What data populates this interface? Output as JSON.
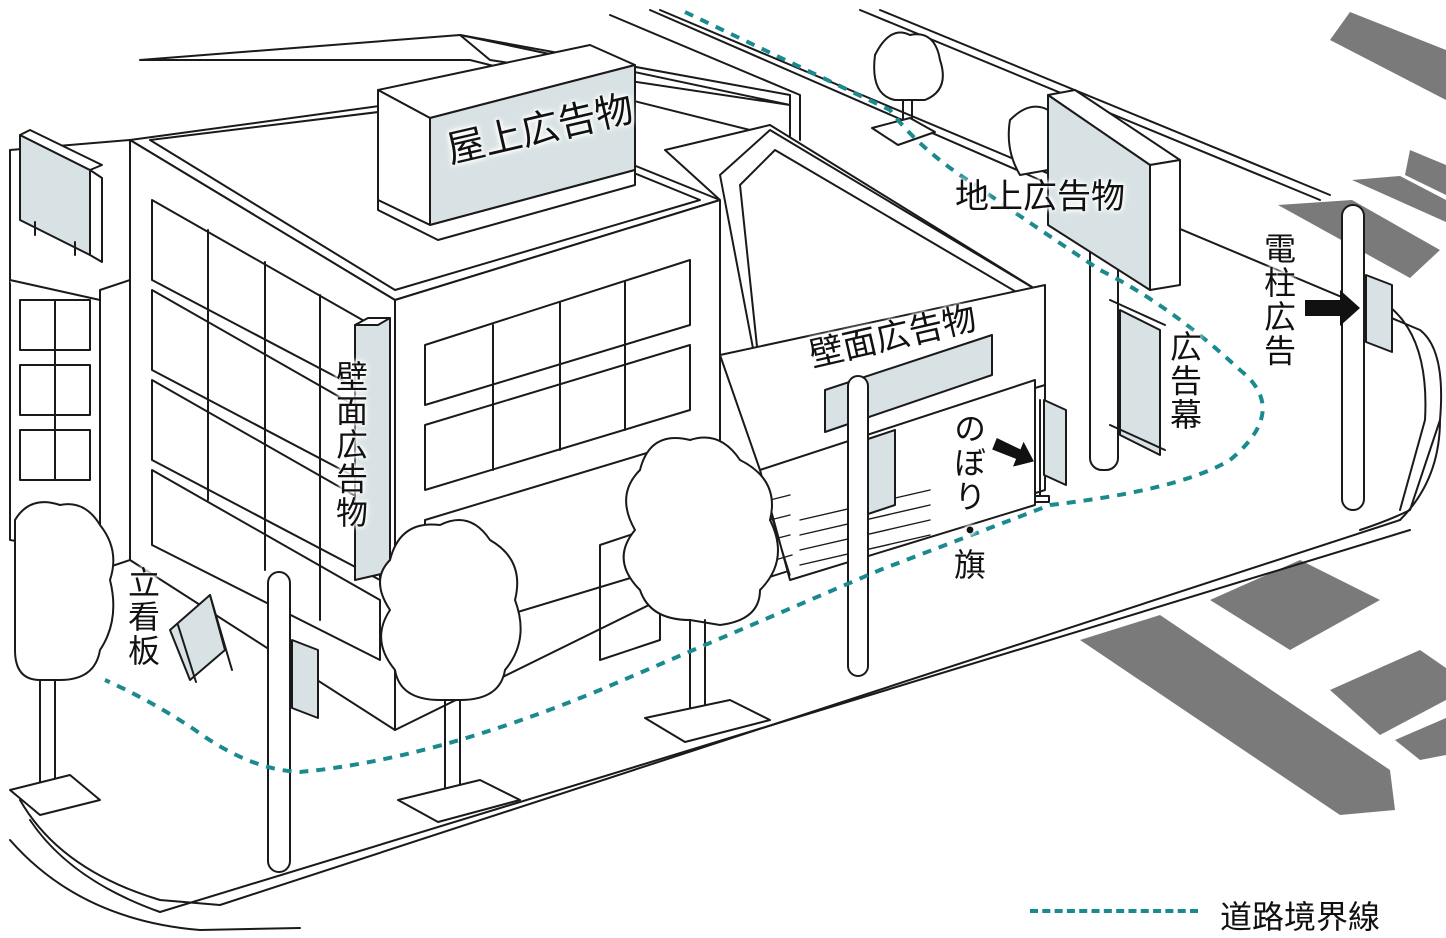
{
  "colors": {
    "sign_fill": "#d8e2e4",
    "boundary": "#1a8a8e",
    "crosswalk": "#7a7a7a",
    "line": "#1a1a1a"
  },
  "labels": {
    "rooftop_sign": "屋上広告物",
    "ground_sign": "地上広告物",
    "pole_ad": "電柱広告",
    "wall_sign_left": "壁面広告物",
    "wall_sign_right": "壁面広告物",
    "banner": "広告幕",
    "nobori_flag": "のぼり・旗",
    "standing_board": "立看板"
  },
  "legend": {
    "icon": "dashed-line",
    "text": "道路境界線"
  }
}
